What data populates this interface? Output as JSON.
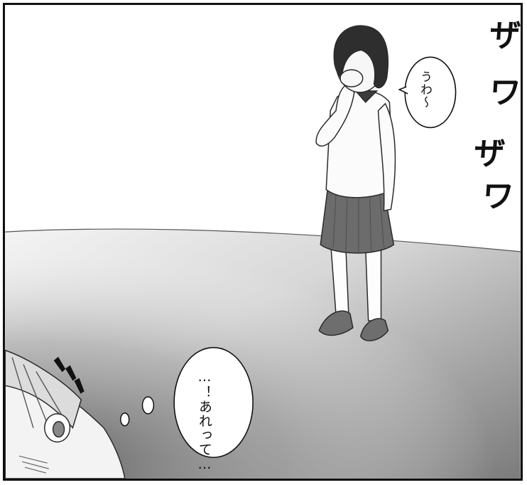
{
  "speech_bubble_text": "うわ〜",
  "thought_bubble_text": "…！あれって…",
  "sound_effect": [
    "ザ",
    "ワ",
    "ザ",
    "ワ"
  ]
}
